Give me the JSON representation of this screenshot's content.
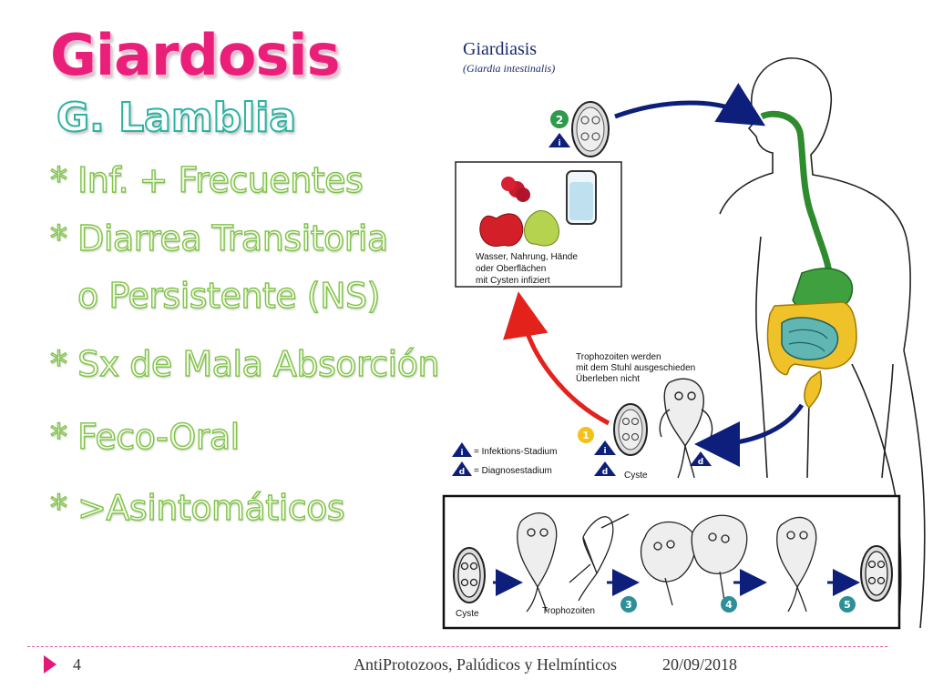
{
  "slide": {
    "title": "Giardosis",
    "subtitle": "G. Lamblia",
    "bullets": [
      "* Inf. + Frecuentes",
      "* Diarrea Transitoria",
      "o Persistente (NS)",
      "* Sx de Mala Absorción",
      "* Feco-Oral",
      "* >Asintomáticos"
    ]
  },
  "diagram": {
    "title": "Giardiasis",
    "subtitle": "(Giardia intestinalis)",
    "source_box_text": [
      "Wasser, Nahrung, Hände",
      "oder Oberflächen",
      "mit Cysten infiziert"
    ],
    "troph_note": [
      "Trophozoiten werden",
      "mit dem Stuhl ausgeschieden",
      "Überleben nicht"
    ],
    "legend": {
      "infective": "= Infektions-Stadium",
      "diagnostic": "= Diagnosestadium"
    },
    "labels": {
      "cyst": "Cyste",
      "cyst_bottom": "Cyste",
      "trophozoites": "Trophozoiten"
    },
    "steps": {
      "s1": "1",
      "s2": "2",
      "s3": "3",
      "s4": "4",
      "s5": "5",
      "i": "i",
      "d": "d"
    }
  },
  "footer": {
    "page_number": "4",
    "course": "AntiProtozoos, Palúdicos y Helmínticos",
    "date": "20/09/2018"
  },
  "colors": {
    "title_pink": "#ea1f7a",
    "subtitle_teal": "#2bb3a1",
    "bullet_green": "#80c24a",
    "arrow_blue": "#0d1f7a",
    "arrow_red": "#e3221c",
    "footer_pink": "#e4197a"
  }
}
